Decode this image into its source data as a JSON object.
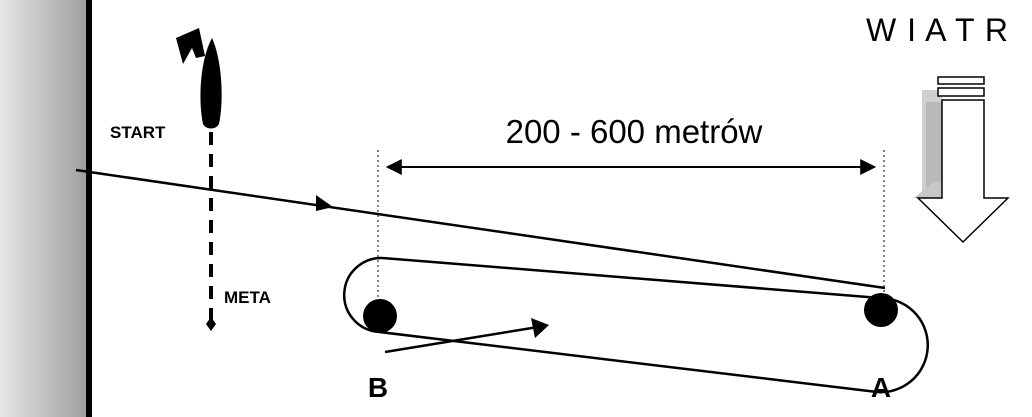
{
  "diagram": {
    "wind_label": "W I A T R",
    "distance_label": "200 - 600 metrów",
    "start_label": "START",
    "finish_label": "META",
    "mark_b_label": "B",
    "mark_a_label": "A"
  },
  "colors": {
    "ink": "#000000",
    "shore_light": "#e4e4e4",
    "shore_dark": "#9a9a9a",
    "wind_shadow": "#bdbdbd"
  },
  "icons": {
    "start_boat": "committee-boat-icon",
    "flag": "flag-icon",
    "wind": "wind-arrow-icon",
    "mark": "buoy-icon"
  }
}
